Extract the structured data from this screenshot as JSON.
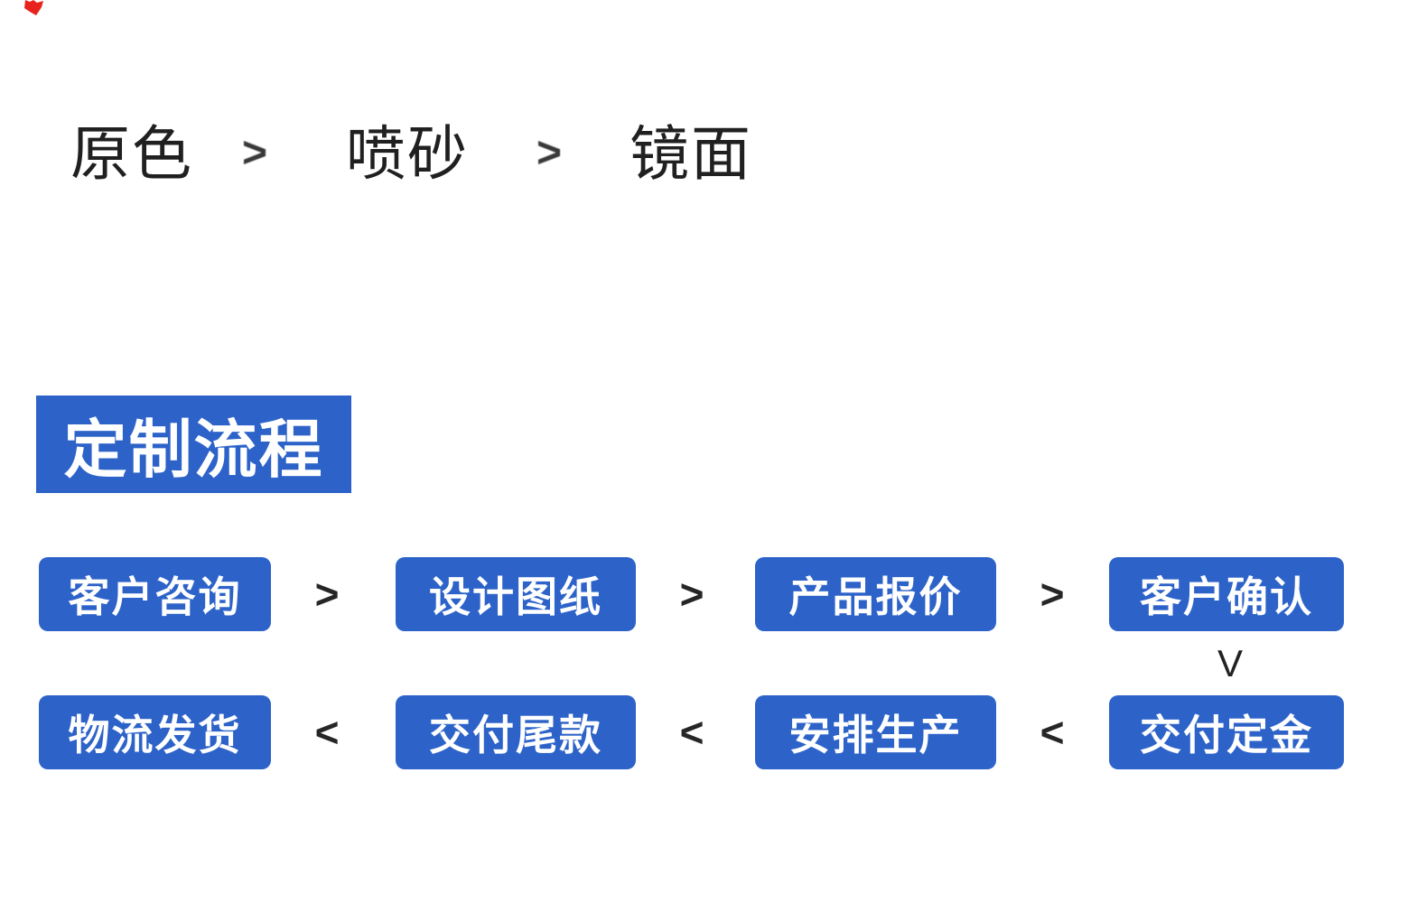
{
  "colors": {
    "accent_blue": "#2d63c9",
    "text_dark": "#202020",
    "step_text": "#ffffff",
    "red_mark": "#e8231d"
  },
  "finish_row": {
    "items": [
      "原色",
      "喷砂",
      "镜面"
    ],
    "separator": ">"
  },
  "section_header": {
    "title": "定制流程"
  },
  "flow": {
    "forward_separator": ">",
    "backward_separator": "<",
    "down_connector": "V",
    "row1_steps": [
      "客户咨询",
      "设计图纸",
      "产品报价",
      "客户确认"
    ],
    "row2_steps": [
      "物流发货",
      "交付尾款",
      "安排生产",
      "交付定金"
    ]
  }
}
